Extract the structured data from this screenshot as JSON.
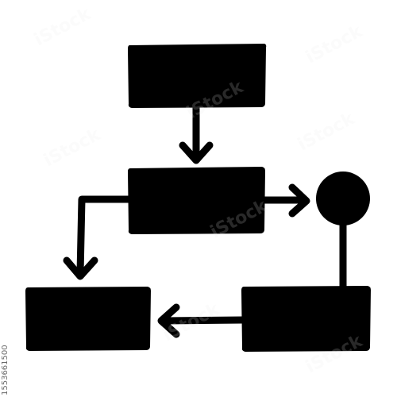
{
  "colors": {
    "ink": "#000000",
    "background": "#ffffff",
    "watermark": "#e8e8e8",
    "id_text": "#6b6b6b"
  },
  "diagram": {
    "nodes": [
      {
        "id": "top-box",
        "shape": "rectangle"
      },
      {
        "id": "middle-box",
        "shape": "rectangle"
      },
      {
        "id": "circle-node",
        "shape": "circle"
      },
      {
        "id": "bottom-left-box",
        "shape": "rectangle"
      },
      {
        "id": "bottom-right-box",
        "shape": "rectangle"
      }
    ],
    "edges": [
      {
        "from": "top-box",
        "to": "middle-box",
        "arrow": true
      },
      {
        "from": "middle-box",
        "to": "circle-node",
        "arrow": true
      },
      {
        "from": "middle-box",
        "to": "bottom-left-box",
        "arrow": true
      },
      {
        "from": "circle-node",
        "to": "bottom-right-box",
        "arrow": false
      },
      {
        "from": "bottom-right-box",
        "to": "bottom-left-box",
        "arrow": true
      }
    ]
  },
  "watermark": {
    "brand": "iStock"
  },
  "stock_id": "1553661500"
}
